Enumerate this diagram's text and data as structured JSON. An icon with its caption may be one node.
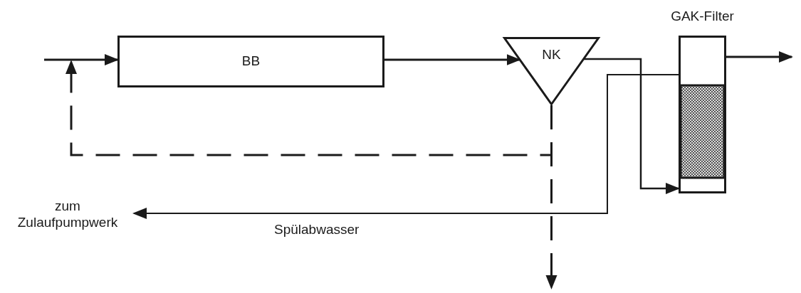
{
  "diagram": {
    "nodes": [
      {
        "text": [
          "BB"
        ]
      },
      {
        "text": [
          "NK"
        ]
      },
      {
        "text": [
          "GAK-Filter"
        ]
      },
      {
        "text": [
          "zum Zulaufpumpwerk"
        ]
      }
    ],
    "edges": [
      {
        "from": null,
        "to": 0,
        "arrow": "to"
      },
      {
        "from": 0,
        "to": 1,
        "arrow": "to"
      },
      {
        "from": 1,
        "to": 2,
        "arrow": "to"
      },
      {
        "from": 2,
        "to": null,
        "arrow": "to"
      },
      {
        "from": 2,
        "to": 3,
        "arrow": "to",
        "label": "Spülabwasser"
      },
      {
        "from": 1,
        "to": null,
        "arrow": "to",
        "style": "dashed"
      },
      {
        "from": 1,
        "to": 0,
        "arrow": "to",
        "style": "dashed"
      }
    ]
  }
}
